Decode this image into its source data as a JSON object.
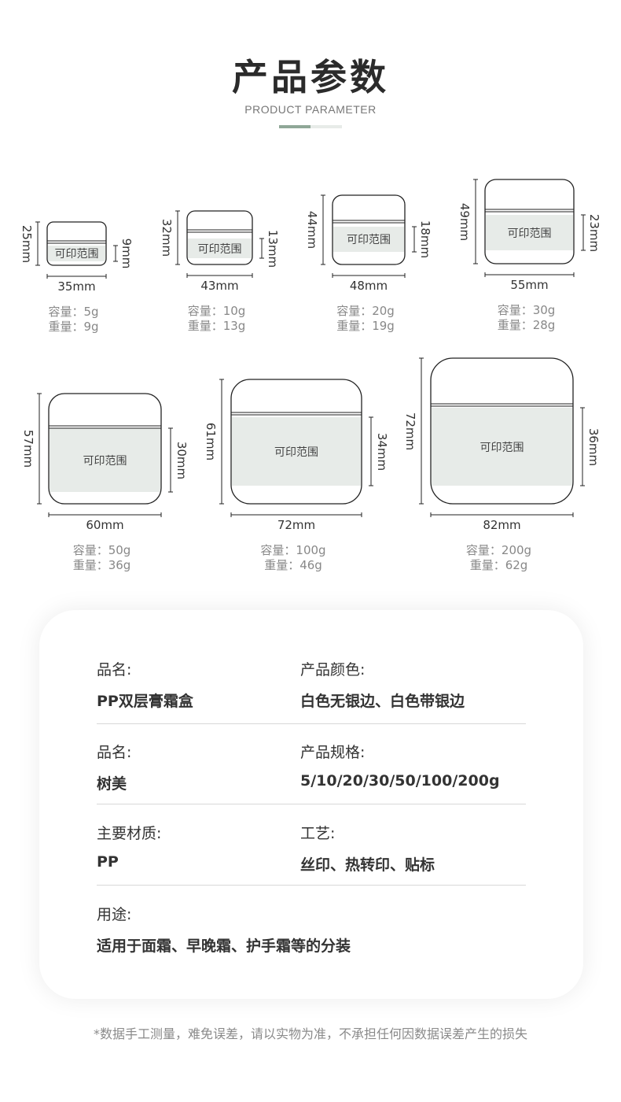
{
  "header": {
    "title": "产品参数",
    "subtitle": "PRODUCT PARAMETER"
  },
  "colors": {
    "print_area": "#e7ebe8",
    "accent": "#8fa797",
    "outline": "#222222"
  },
  "print_area_label": "可印范围",
  "products": [
    {
      "height": "25mm",
      "print_height": "9mm",
      "width": "35mm",
      "capacity": "容量：5g",
      "weight": "重量：9g"
    },
    {
      "height": "32mm",
      "print_height": "13mm",
      "width": "43mm",
      "capacity": "容量：10g",
      "weight": "重量：13g"
    },
    {
      "height": "44mm",
      "print_height": "18mm",
      "width": "48mm",
      "capacity": "容量：20g",
      "weight": "重量：19g"
    },
    {
      "height": "49mm",
      "print_height": "23mm",
      "width": "55mm",
      "capacity": "容量：30g",
      "weight": "重量：28g"
    },
    {
      "height": "57mm",
      "print_height": "30mm",
      "width": "60mm",
      "capacity": "容量：50g",
      "weight": "重量：36g"
    },
    {
      "height": "61mm",
      "print_height": "34mm",
      "width": "72mm",
      "capacity": "容量：100g",
      "weight": "重量：46g"
    },
    {
      "height": "72mm",
      "print_height": "36mm",
      "width": "82mm",
      "capacity": "容量：200g",
      "weight": "重量：62g"
    }
  ],
  "specs": {
    "name_label": "品名:",
    "name_value": "PP双层膏霜盒",
    "color_label": "产品颜色:",
    "color_value": "白色无银边、白色带银边",
    "brand_label": "品名:",
    "brand_value": "树美",
    "size_label": "产品规格:",
    "size_value": "5/10/20/30/50/100/200g",
    "material_label": "主要材质:",
    "material_value": "PP",
    "craft_label": "工艺:",
    "craft_value": "丝印、热转印、贴标",
    "usage_label": "用途:",
    "usage_value": "适用于面霜、早晚霜、护手霜等的分装"
  },
  "footnote": "*数据手工测量，难免误差，请以实物为准，不承担任何因数据误差产生的损失"
}
